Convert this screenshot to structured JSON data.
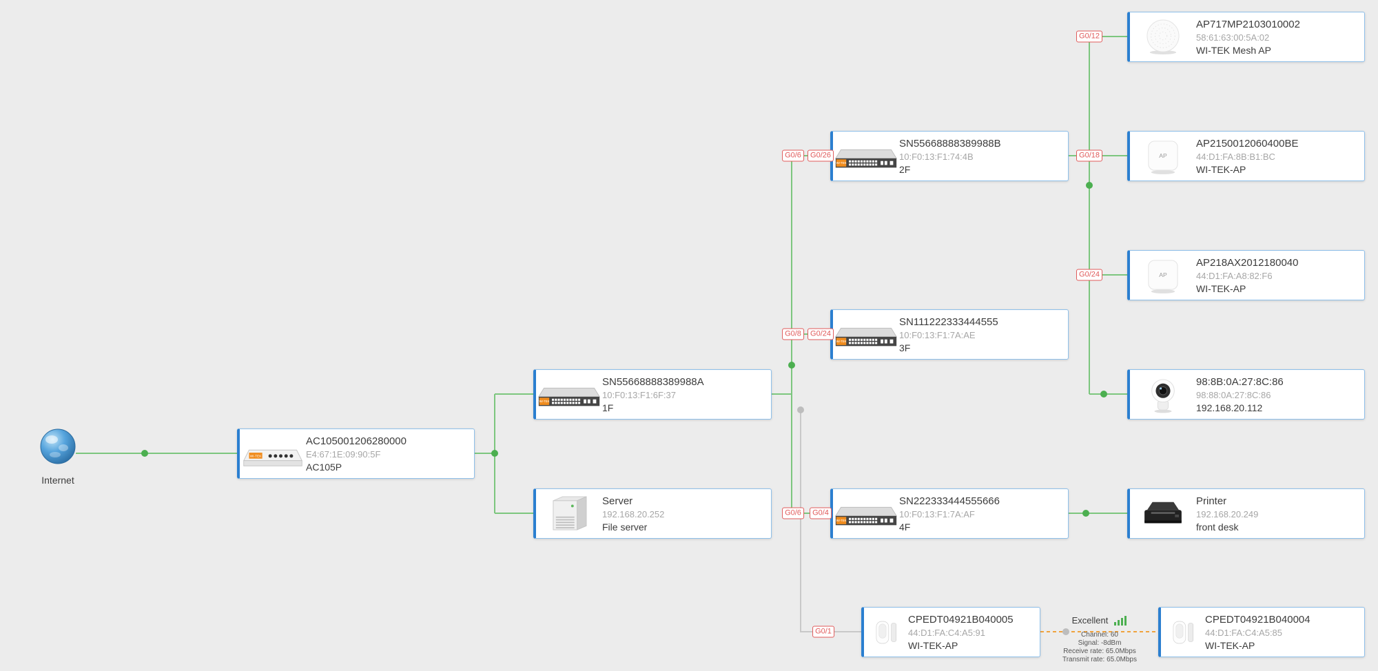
{
  "internet": {
    "label": "Internet"
  },
  "nodes": {
    "ac": {
      "line1": "AC105001206280000",
      "line2": "E4:67:1E:09:90:5F",
      "line3": "AC105P"
    },
    "sw1f": {
      "line1": "SN55668888389988A",
      "line2": "10:F0:13:F1:6F:37",
      "line3": "1F"
    },
    "server": {
      "line1": "Server",
      "line2": "192.168.20.252",
      "line3": "File server"
    },
    "sw2f": {
      "line1": "SN55668888389988B",
      "line2": "10:F0:13:F1:74:4B",
      "line3": "2F"
    },
    "sw3f": {
      "line1": "SN111222333444555",
      "line2": "10:F0:13:F1:7A:AE",
      "line3": "3F"
    },
    "sw4f": {
      "line1": "SN222333444555666",
      "line2": "10:F0:13:F1:7A:AF",
      "line3": "4F"
    },
    "meshap": {
      "line1": "AP717MP2103010002",
      "line2": "58:61:63:00:5A:02",
      "line3": "WI-TEK Mesh AP"
    },
    "ap2150": {
      "line1": "AP2150012060400BE",
      "line2": "44:D1:FA:8B:B1:BC",
      "line3": "WI-TEK-AP"
    },
    "ap218": {
      "line1": "AP218AX2012180040",
      "line2": "44:D1:FA:A8:82:F6",
      "line3": "WI-TEK-AP"
    },
    "camera": {
      "line1": "98:8B:0A:27:8C:86",
      "line2": "98:88:0A:27:8C:86",
      "line3": "192.168.20.112"
    },
    "printer": {
      "line1": "Printer",
      "line2": "192.168.20.249",
      "line3": "front desk"
    },
    "cpe5": {
      "line1": "CPEDT04921B040005",
      "line2": "44:D1:FA:C4:A5:91",
      "line3": "WI-TEK-AP"
    },
    "cpe4": {
      "line1": "CPEDT04921B040004",
      "line2": "44:D1:FA:C4:A5:85",
      "line3": "WI-TEK-AP"
    }
  },
  "ports": {
    "mesh_uplink": "G0/12",
    "sw2f_up": "G0/6",
    "sw2f_in": "G0/26",
    "ap2150_link": "G0/18",
    "ap218_link": "G0/24",
    "sw3f_up": "G0/8",
    "sw3f_in": "G0/24",
    "sw4f_up": "G0/6",
    "sw4f_in": "G0/4",
    "cpe_link": "G0/1"
  },
  "wireless": {
    "quality": "Excellent",
    "stats": [
      "Channel: 60",
      "Signal: -8dBm",
      "Receive rate: 65.0Mbps",
      "Transmit rate: 65.0Mbps"
    ]
  },
  "icons": {
    "brand_label": "WI-TEK",
    "ap_label": "AP"
  },
  "colors": {
    "link_green": "#7cc67e",
    "dot_green": "#4caf50",
    "link_gray": "#c8c8c8",
    "wireless_orange": "#f0a23c",
    "port_red": "#e05a5a",
    "card_accent": "#2b7fd0",
    "background": "#ececec"
  }
}
